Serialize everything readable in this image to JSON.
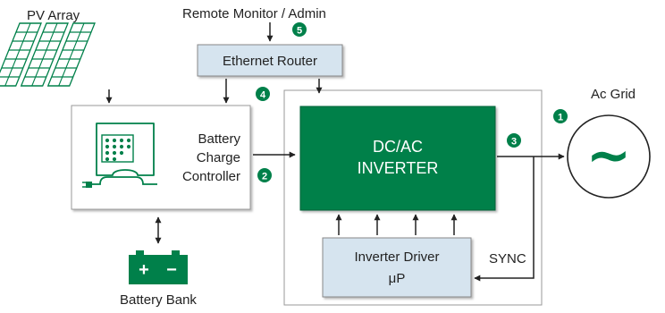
{
  "labels": {
    "pv_array": "PV Array",
    "remote_monitor": "Remote Monitor / Admin",
    "ethernet_router": "Ethernet Router",
    "battery_charge_line1": "Battery",
    "battery_charge_line2": "Charge",
    "battery_charge_line3": "Controller",
    "inverter_line1": "DC/AC",
    "inverter_line2": "INVERTER",
    "driver_line1": "Inverter Driver",
    "driver_line2": "μP",
    "sync": "SYNC",
    "ac_grid": "Ac Grid",
    "battery_bank": "Battery Bank",
    "grid_symbol": "~",
    "battery_plus": "+",
    "battery_minus": "−"
  },
  "markers": [
    "1",
    "2",
    "3",
    "4",
    "5"
  ],
  "colors": {
    "green": "#00804a",
    "box_fill": "#d6e4ef",
    "frame": "#999999",
    "line": "#222222"
  }
}
